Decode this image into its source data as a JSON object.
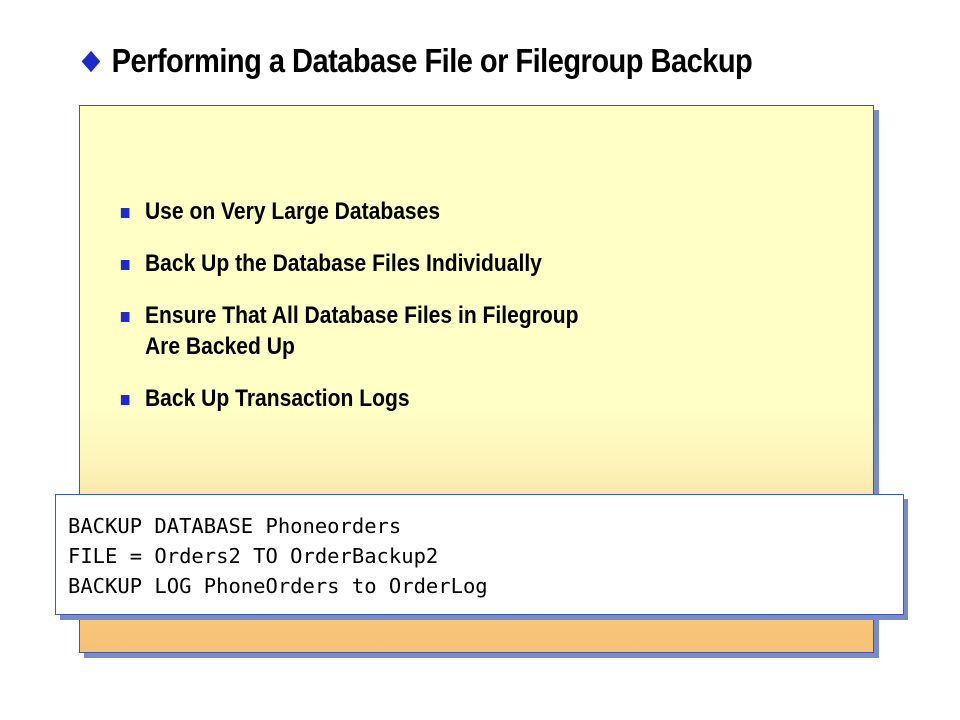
{
  "slide": {
    "title": "Performing a Database File or Filegroup Backup",
    "title_bullet_icon": "diamond-bullet-icon",
    "bullet_icon": "square-bullet-icon",
    "accent_color": "#1e2bc8",
    "panel_color_top": "#ffffc6",
    "panel_color_bottom": "#f6c276",
    "bullets": [
      {
        "line1": "Use on Very Large Databases",
        "line2": ""
      },
      {
        "line1": "Back Up the Database Files Individually",
        "line2": ""
      },
      {
        "line1": "Ensure That All Database Files in Filegroup",
        "line2": "Are Backed Up"
      },
      {
        "line1": "Back Up Transaction Logs",
        "line2": ""
      }
    ],
    "code": [
      "BACKUP DATABASE Phoneorders",
      "FILE = Orders2 TO OrderBackup2",
      "BACKUP LOG PhoneOrders to OrderLog"
    ]
  }
}
